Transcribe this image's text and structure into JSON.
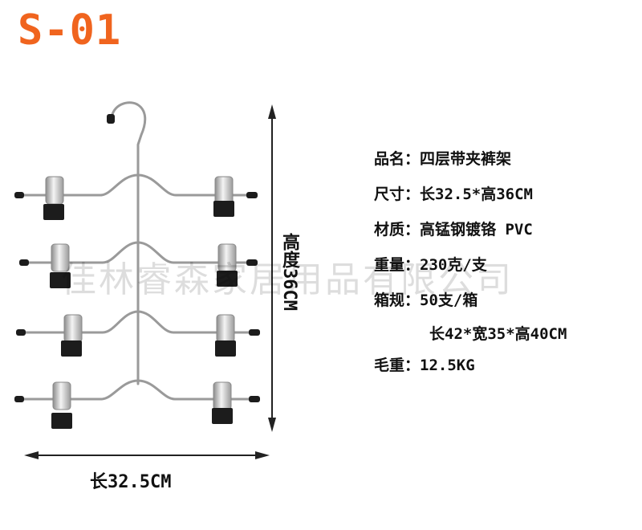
{
  "model_code": "S-01",
  "watermark": "佳林睿森家居用品有限公司",
  "specs": {
    "name": "品名：四层带夹裤架",
    "size": "尺寸：长32.5*高36CM",
    "material": "材质：高锰钢镀铬 PVC",
    "weight": "重量：230克/支",
    "carton": "箱规：50支/箱",
    "carton_size": "长42*宽35*高40CM",
    "gross_weight": "毛重：12.5KG"
  },
  "dimensions": {
    "height_label": "高度36CM",
    "width_label": "长32.5CM"
  },
  "colors": {
    "model_code": "#f0641e",
    "wire": "#9a9a9a",
    "clip_body": "#cfcfcf",
    "clip_base": "#1c1c1c"
  }
}
